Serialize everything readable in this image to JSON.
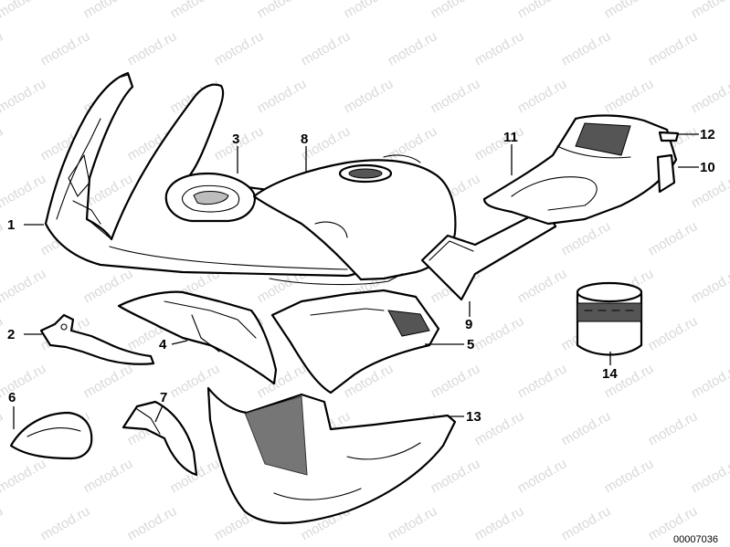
{
  "watermark_text": "motod.ru",
  "doc_number": "00007036",
  "callouts": [
    "1",
    "2",
    "3",
    "4",
    "5",
    "6",
    "7",
    "8",
    "9",
    "10",
    "11",
    "12",
    "13",
    "14"
  ]
}
